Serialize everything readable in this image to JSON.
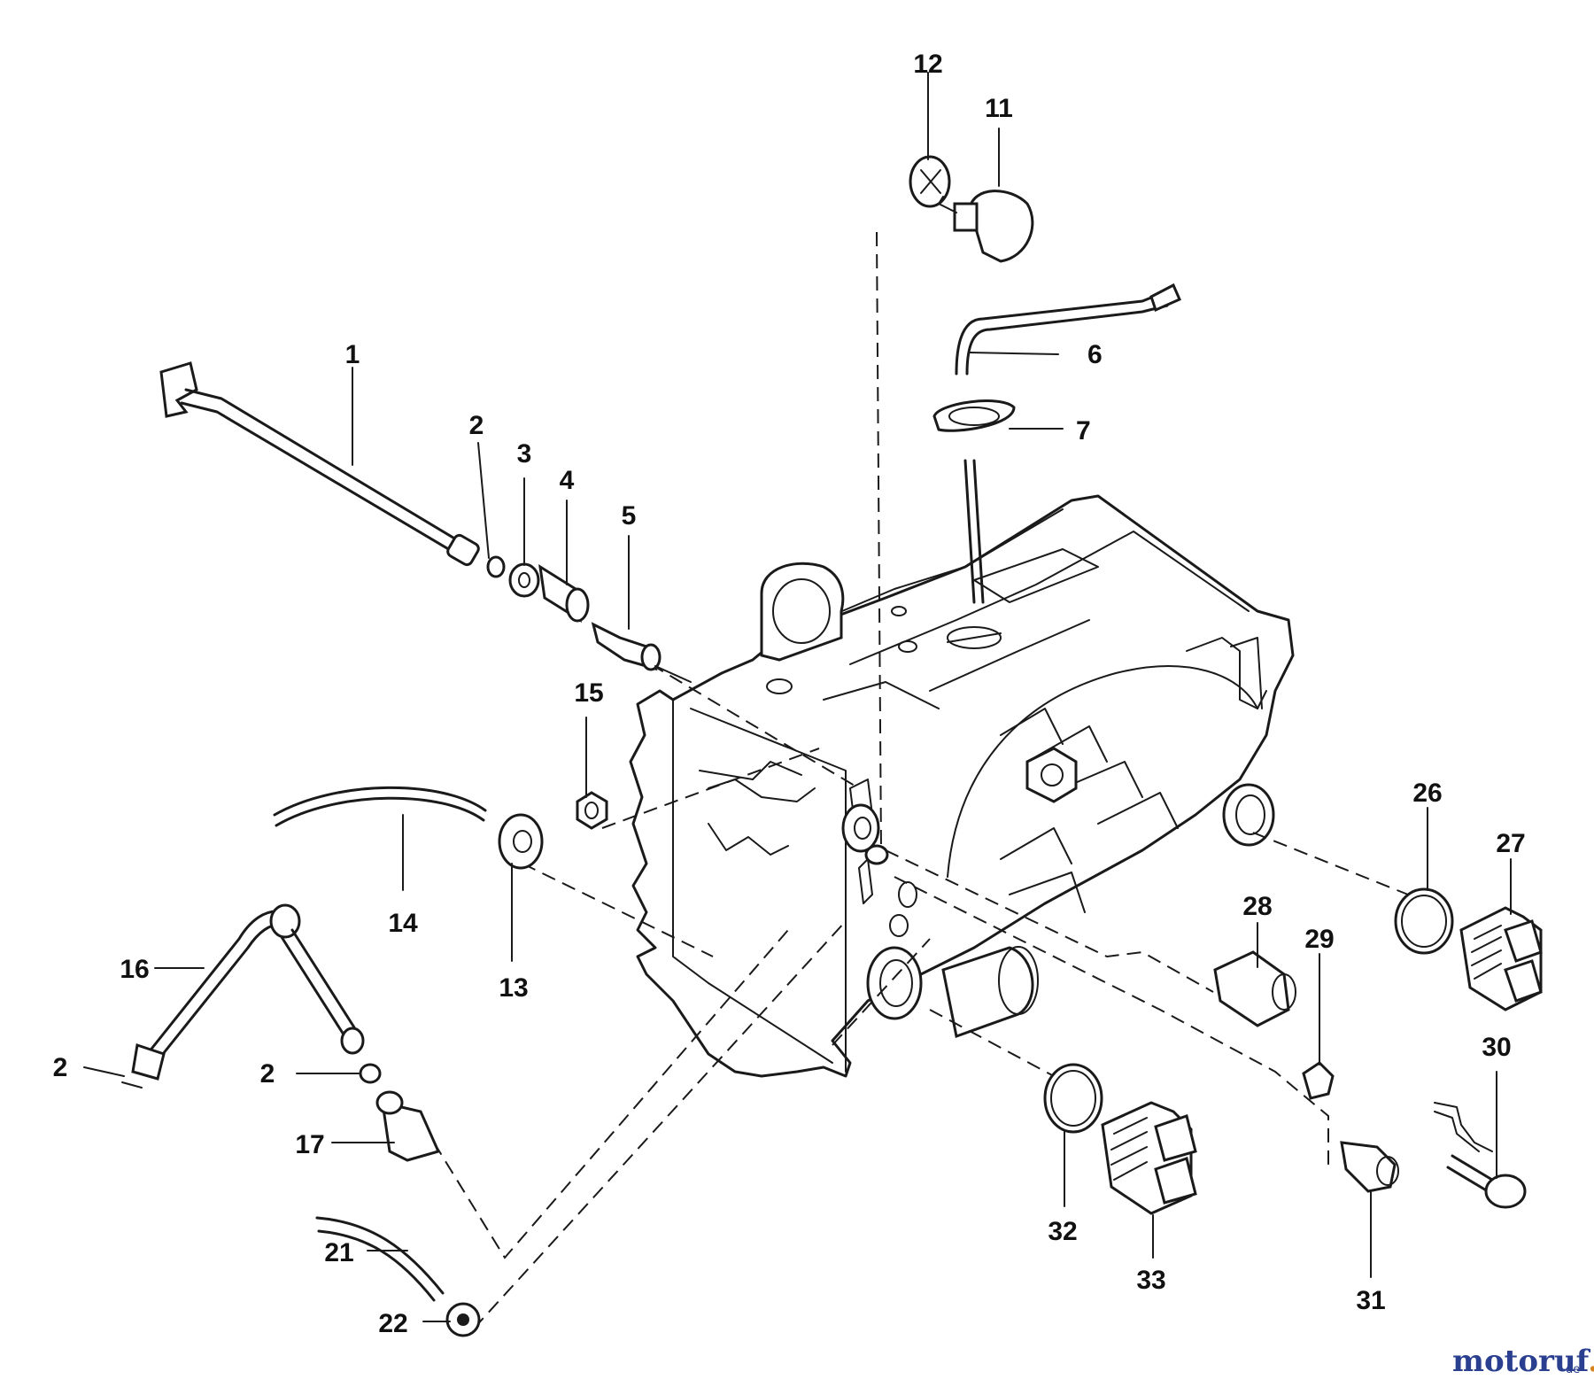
{
  "watermark": {
    "brand_main": "motoruf",
    "brand_accent": ".",
    "brand_tld": "de"
  },
  "callouts": [
    "1",
    "2",
    "3",
    "4",
    "5",
    "6",
    "7",
    "11",
    "12",
    "13",
    "14",
    "15",
    "16",
    "17",
    "21",
    "22",
    "26",
    "27",
    "28",
    "29",
    "30",
    "31",
    "32",
    "33"
  ],
  "colors": {
    "line": "#1a1a1a",
    "watermark_blue": "#2a3f8f",
    "watermark_orange": "#d9831c"
  }
}
